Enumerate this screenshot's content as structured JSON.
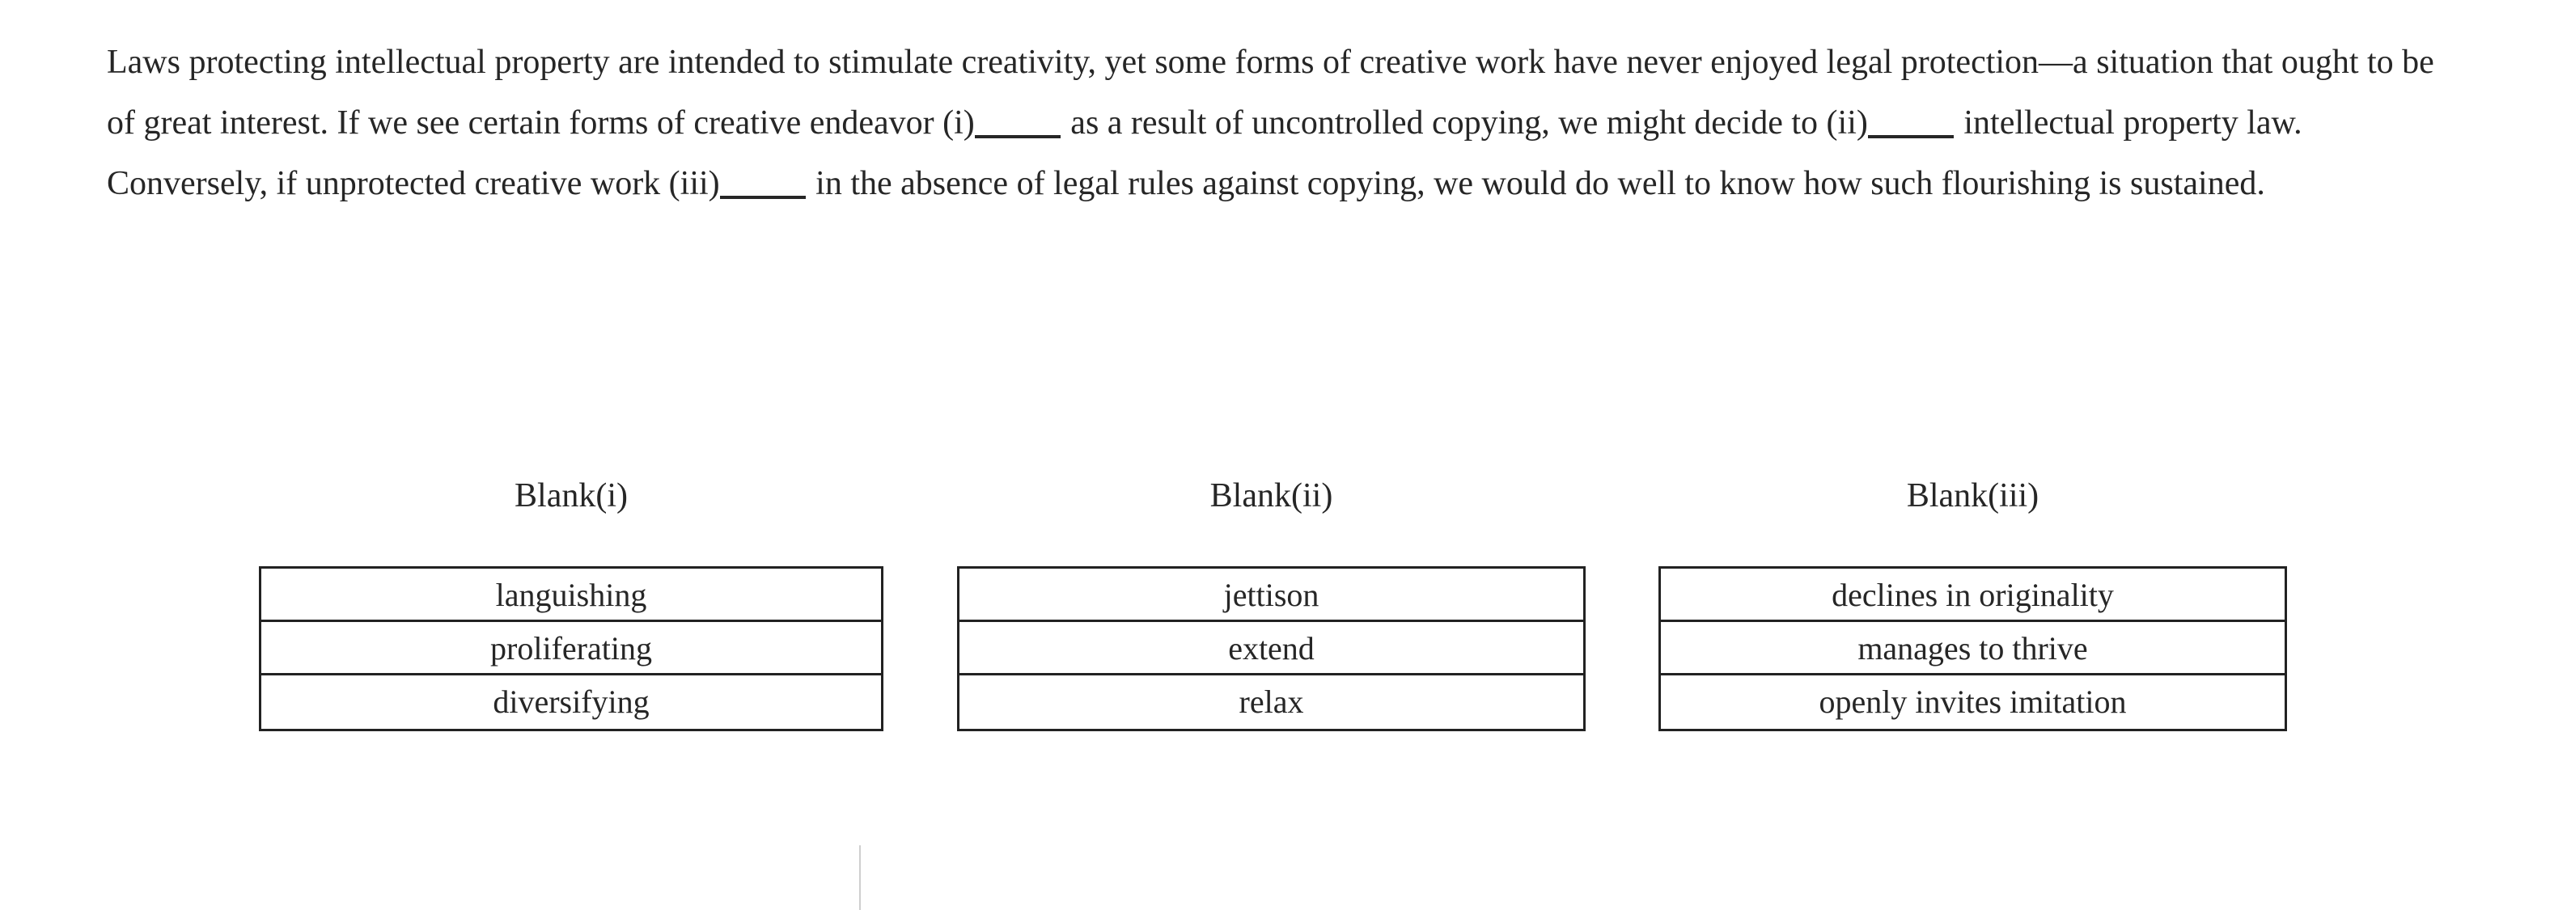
{
  "passage": {
    "segments": [
      {
        "type": "text",
        "value": "Laws protecting intellectual property are intended to stimulate creativity, yet some forms of creative work have never enjoyed legal protection—a situation that ought to be of great interest. If we see certain forms of creative endeavor (i)"
      },
      {
        "type": "blank",
        "value": "_____",
        "blank_id": "i"
      },
      {
        "type": "text",
        "value": " as a result of uncontrolled copying, we might decide to (ii)"
      },
      {
        "type": "blank",
        "value": "_____",
        "blank_id": "ii"
      },
      {
        "type": "text",
        "value": " intellectual property law. Conversely, if unprotected creative work (iii)"
      },
      {
        "type": "blank",
        "value": "_____",
        "blank_id": "iii"
      },
      {
        "type": "text",
        "value": " in the absence of legal rules against copying, we would do well to know how such flourishing is sustained."
      }
    ],
    "full_text": "Laws protecting intellectual property are intended to stimulate creativity, yet some forms of creative work have never enjoyed legal protection—a situation that ought to be of great interest. If we see certain forms of creative endeavor (i)_____ as a result of uncontrolled copying, we might decide to (ii)_____ intellectual property law. Conversely, if unprotected creative work (iii)_____ in the absence of legal rules against copying, we would do well to know how such flourishing is sustained."
  },
  "blanks": [
    {
      "heading": "Blank(i)",
      "choices": [
        {
          "label": "languishing"
        },
        {
          "label": "proliferating"
        },
        {
          "label": "diversifying"
        }
      ]
    },
    {
      "heading": "Blank(ii)",
      "choices": [
        {
          "label": "jettison"
        },
        {
          "label": "extend"
        },
        {
          "label": "relax"
        }
      ]
    },
    {
      "heading": "Blank(iii)",
      "choices": [
        {
          "label": "declines in originality"
        },
        {
          "label": "manages to thrive"
        },
        {
          "label": "openly invites imitation"
        }
      ]
    }
  ],
  "colors": {
    "page_background": "#ffffff",
    "text": "#262626",
    "table_border": "#222222",
    "faint_divider": "#cfcfcf"
  }
}
